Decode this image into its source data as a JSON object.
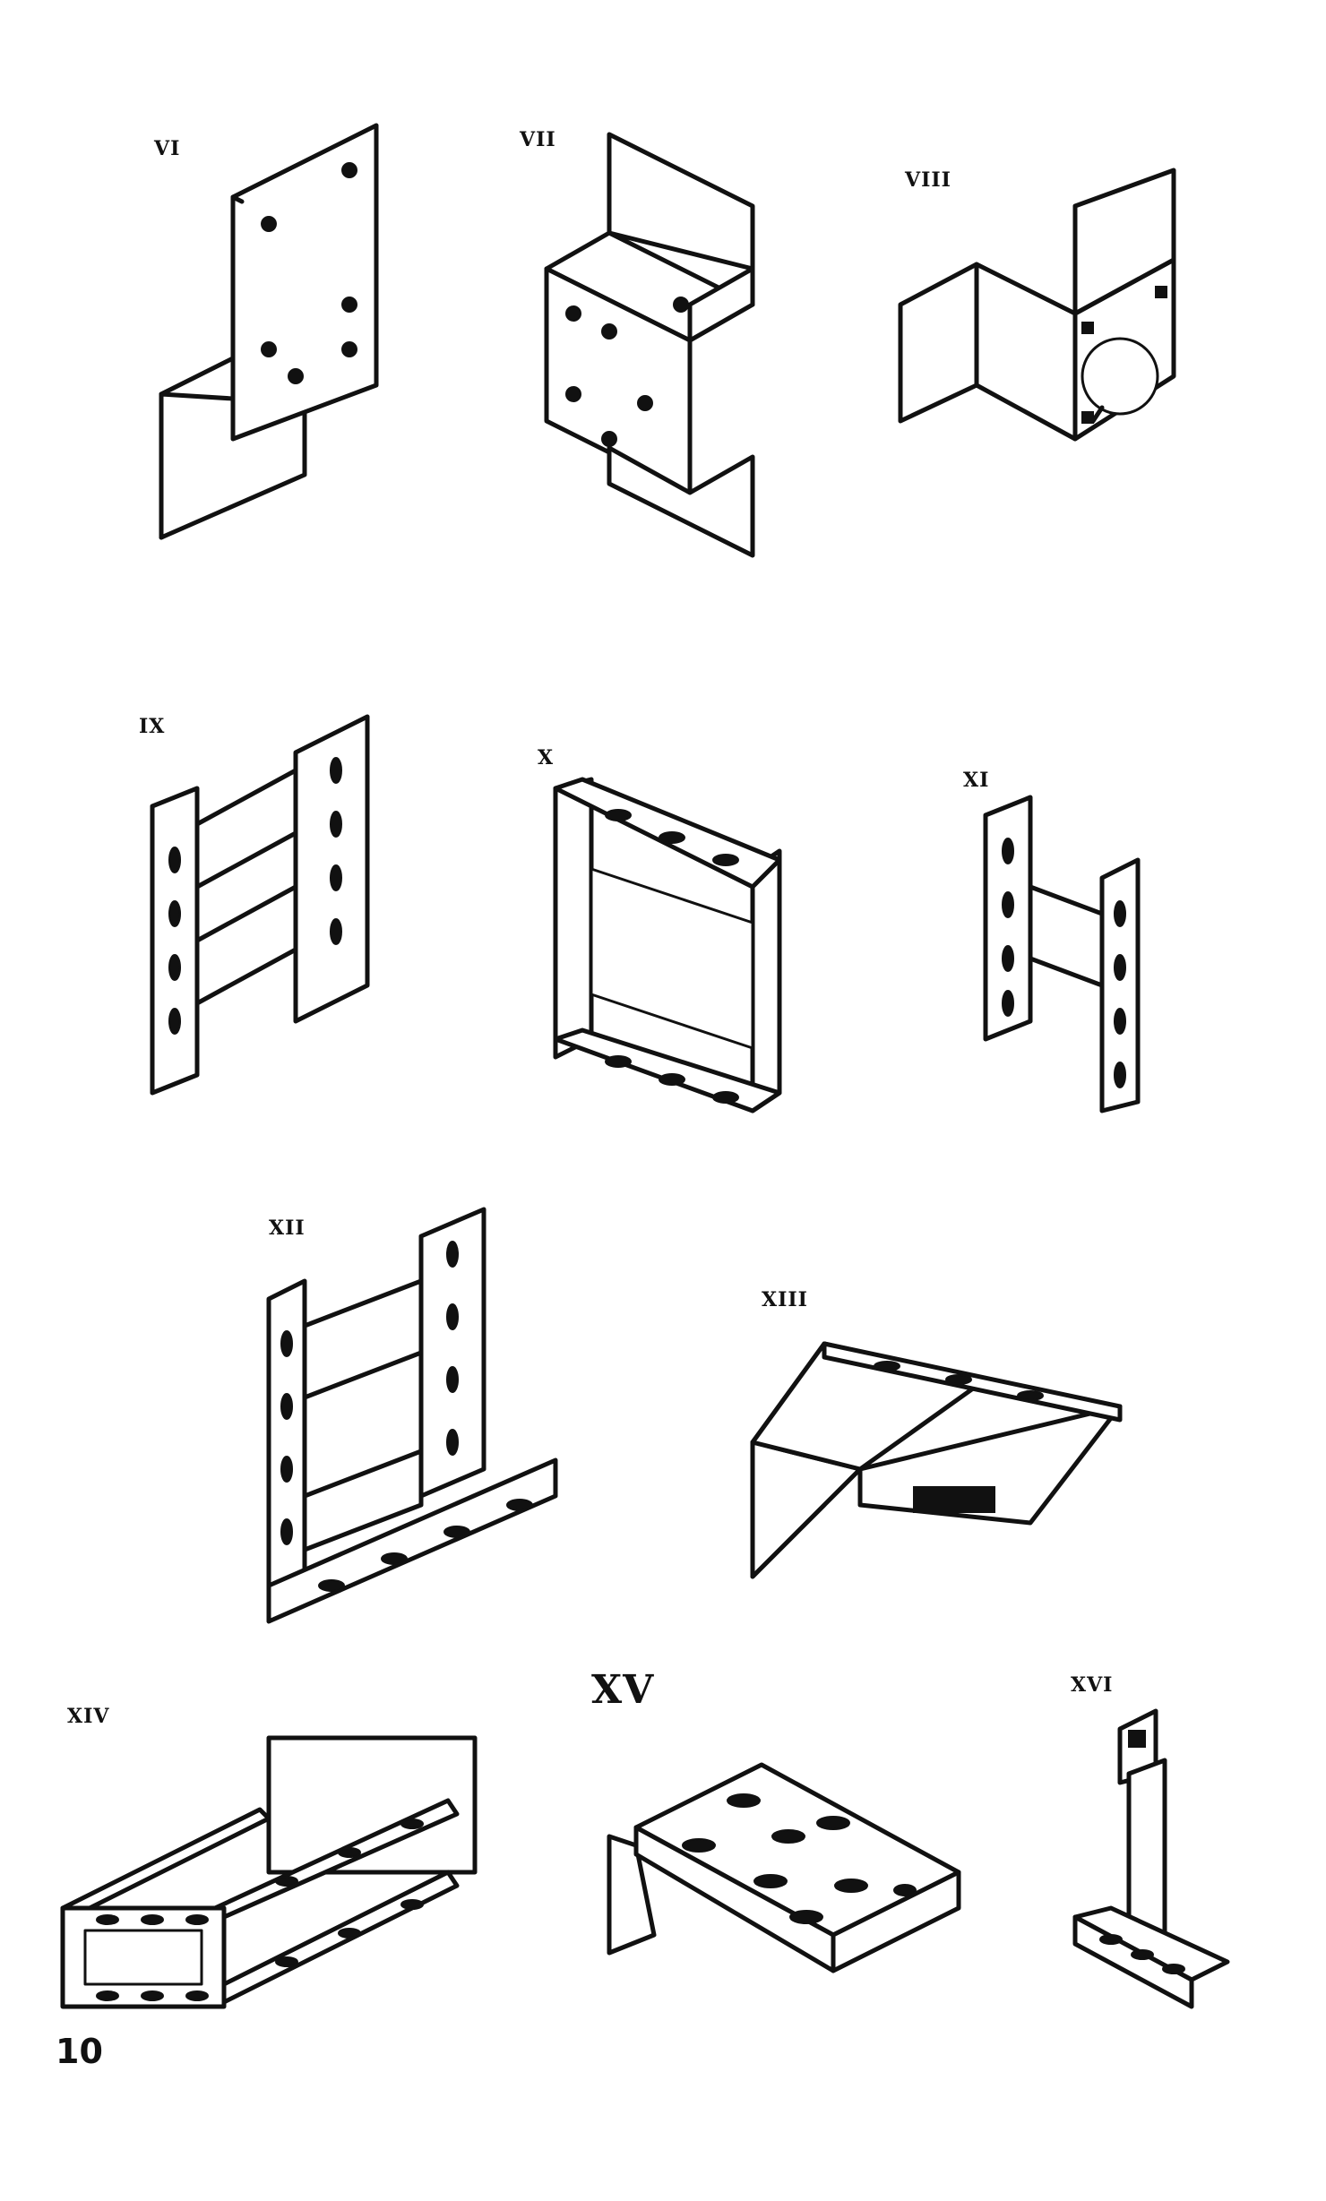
{
  "figures": [
    {
      "label": "VI"
    },
    {
      "label": "VII"
    },
    {
      "label": "VIII"
    },
    {
      "label": "IX"
    },
    {
      "label": "X"
    },
    {
      "label": "XI"
    },
    {
      "label": "XII"
    },
    {
      "label": "XIII"
    },
    {
      "label": "XIV"
    },
    {
      "label": "XV"
    },
    {
      "label": "XVI"
    }
  ],
  "page_number": "10"
}
